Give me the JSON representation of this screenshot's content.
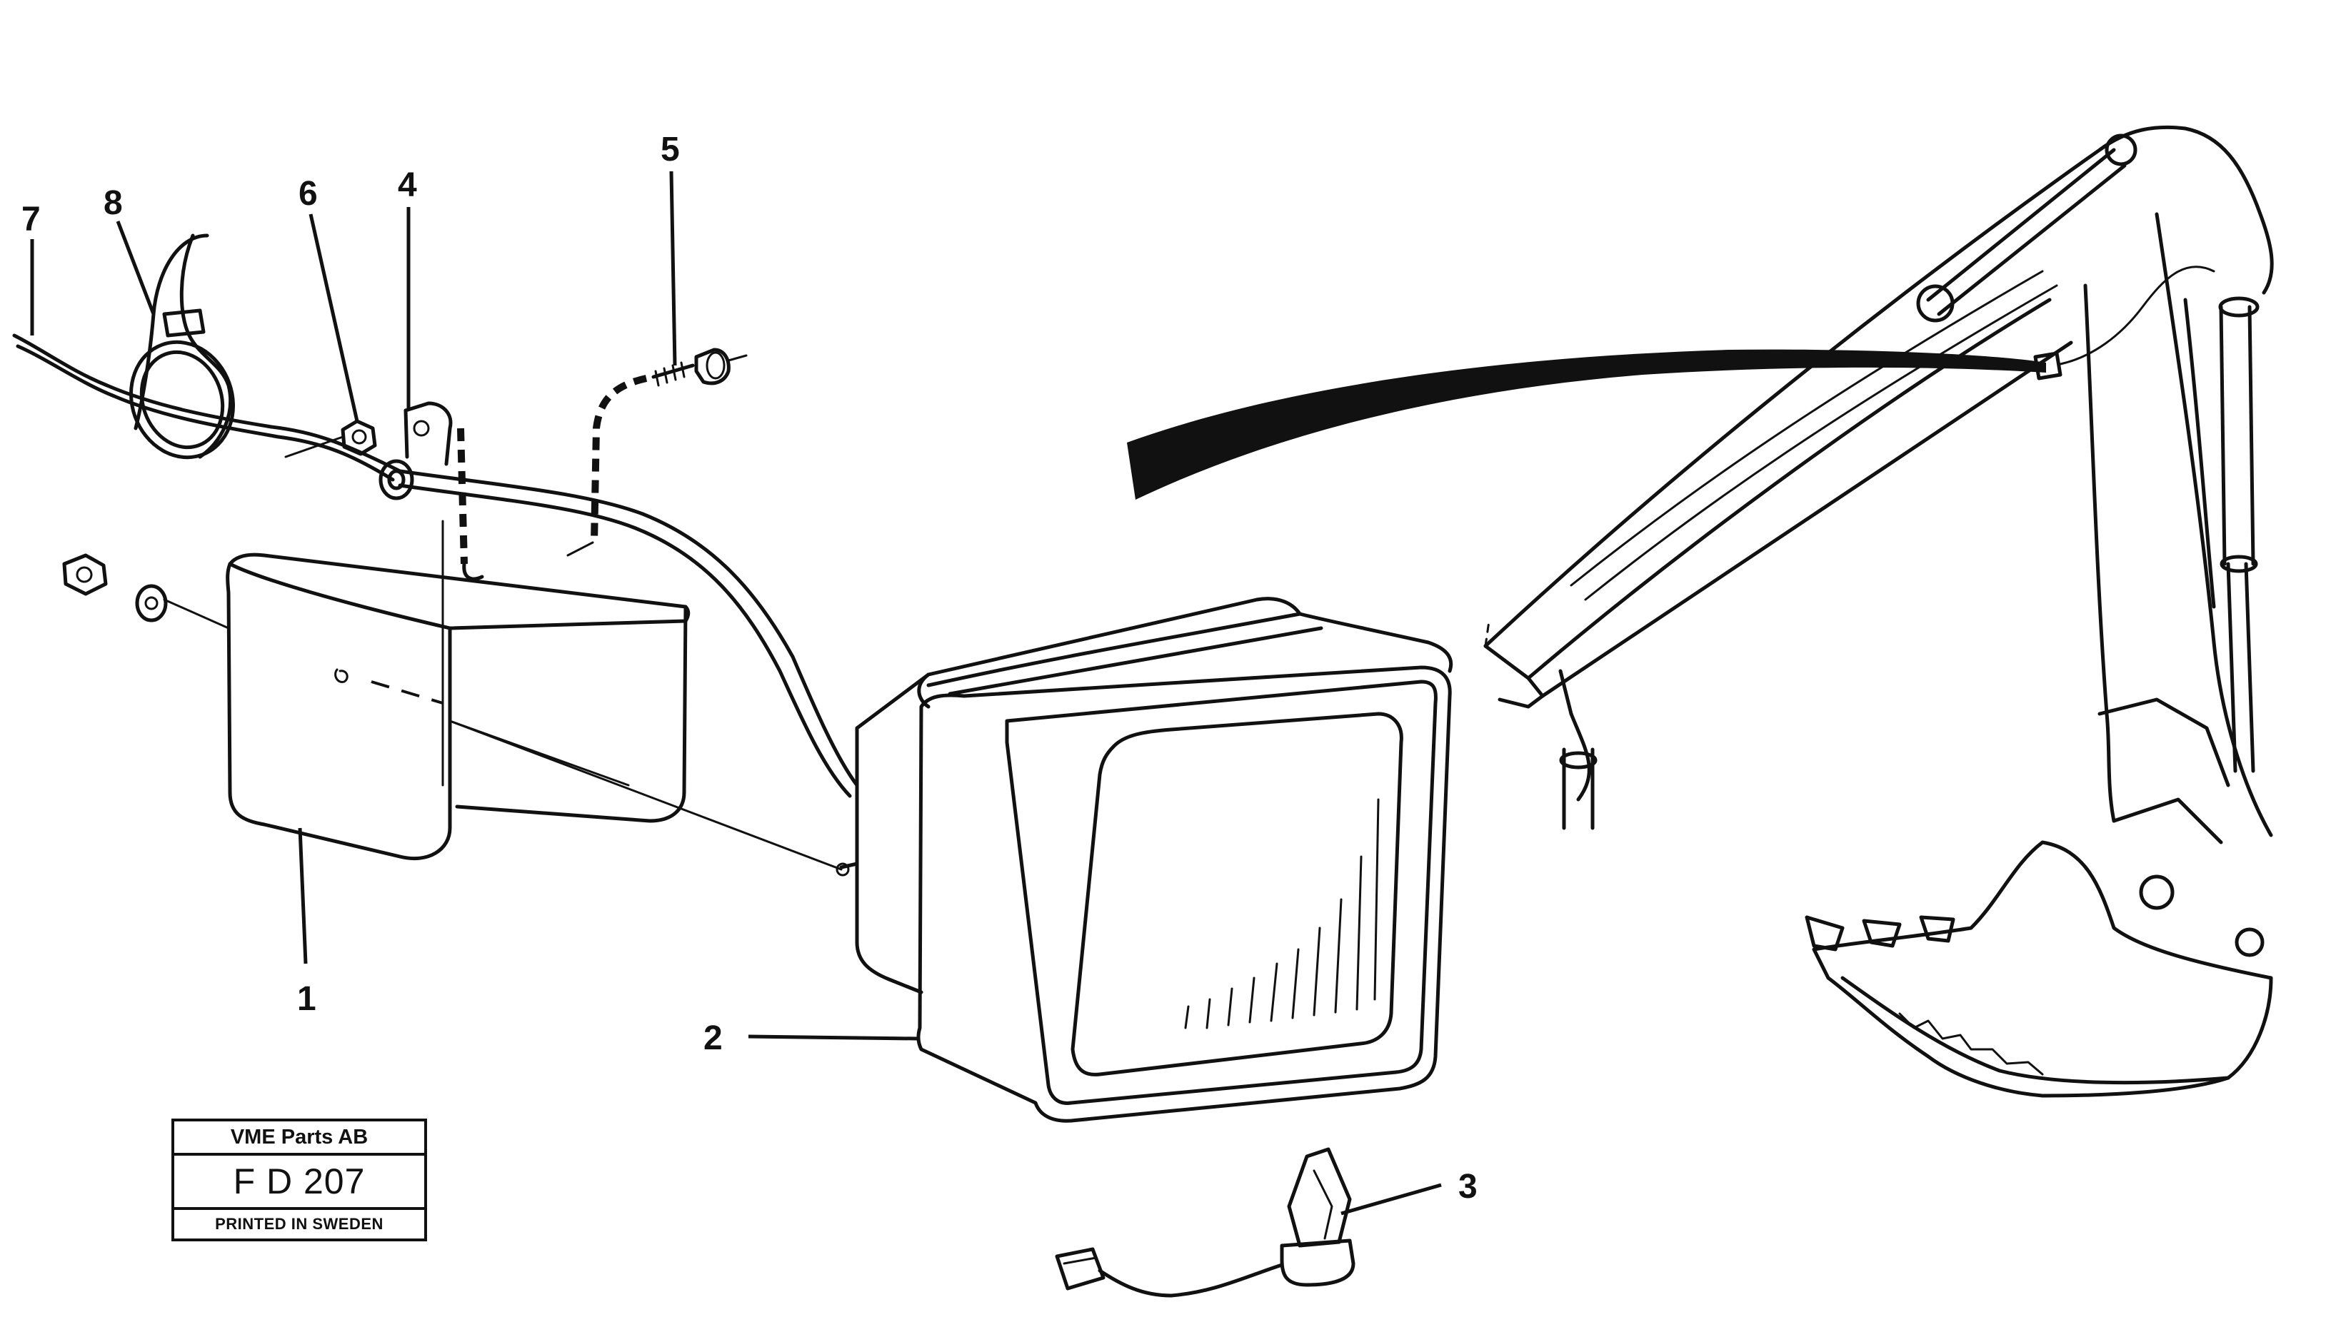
{
  "diagram": {
    "callouts": [
      {
        "id": "1",
        "label": "1"
      },
      {
        "id": "2",
        "label": "2"
      },
      {
        "id": "3",
        "label": "3"
      },
      {
        "id": "4",
        "label": "4"
      },
      {
        "id": "5",
        "label": "5"
      },
      {
        "id": "6",
        "label": "6"
      },
      {
        "id": "7",
        "label": "7"
      },
      {
        "id": "8",
        "label": "8"
      }
    ]
  },
  "title_block": {
    "company": "VME Parts AB",
    "code": "F D 207",
    "printed": "PRINTED IN SWEDEN"
  }
}
